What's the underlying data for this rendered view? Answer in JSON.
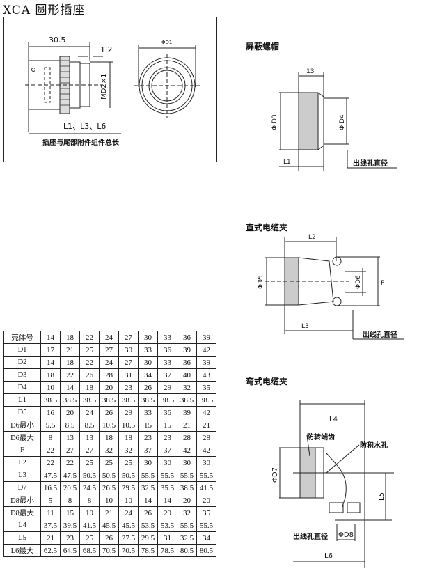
{
  "title": "XCA 圆形插座",
  "top_drawing": {
    "dim_length": "30.5",
    "dim_gap": "1.2",
    "dim_thread": "MD2×1",
    "dim_total": "L1、L3、L6",
    "caption": "插座与尾部附件组件总长",
    "dim_d1": "ΦD1"
  },
  "shield_cap": {
    "heading": "屏蔽螺帽",
    "dim_13": "13",
    "dim_d3": "Φ D3",
    "dim_d4": "Φ D4",
    "dim_l1": "L1",
    "outlet": "出线孔直径"
  },
  "straight_clamp": {
    "heading": "直式电缆夹",
    "dim_l2": "L2",
    "dim_d5": "ΦD5",
    "dim_d6": "ΦD6",
    "dim_f": "F",
    "dim_l3": "L3",
    "outlet": "出线孔直径"
  },
  "angled_clamp": {
    "heading": "弯式电缆夹",
    "dim_l4": "L4",
    "anti_rotation": "防转端齿",
    "drain_hole": "防积水孔",
    "dim_d7": "ΦD7",
    "dim_l5": "L5",
    "outlet": "出线孔直径",
    "dim_d8": "ΦD8",
    "dim_l6": "L6"
  },
  "table": {
    "rows": [
      [
        "壳体号",
        "14",
        "18",
        "22",
        "24",
        "27",
        "30",
        "33",
        "36",
        "39"
      ],
      [
        "D1",
        "17",
        "21",
        "25",
        "27",
        "30",
        "33",
        "36",
        "39",
        "42"
      ],
      [
        "D2",
        "14",
        "18",
        "22",
        "24",
        "27",
        "30",
        "33",
        "36",
        "39"
      ],
      [
        "D3",
        "18",
        "22",
        "26",
        "28",
        "31",
        "34",
        "37",
        "40",
        "43"
      ],
      [
        "D4",
        "10",
        "14",
        "18",
        "20",
        "23",
        "26",
        "29",
        "32",
        "35"
      ],
      [
        "L1",
        "38.5",
        "38.5",
        "38.5",
        "38.5",
        "38.5",
        "38.5",
        "38.5",
        "38.5",
        "38.5"
      ],
      [
        "D5",
        "16",
        "20",
        "24",
        "26",
        "29",
        "33",
        "36",
        "39",
        "42"
      ],
      [
        "D6最小",
        "5.5",
        "8.5",
        "8.5",
        "10.5",
        "10.5",
        "15",
        "15",
        "21",
        "21"
      ],
      [
        "D6最大",
        "8",
        "13",
        "13",
        "18",
        "18",
        "23",
        "23",
        "28",
        "28"
      ],
      [
        "F",
        "22",
        "27",
        "27",
        "32",
        "32",
        "37",
        "37",
        "42",
        "42"
      ],
      [
        "L2",
        "22",
        "22",
        "25",
        "25",
        "25",
        "30",
        "30",
        "30",
        "30"
      ],
      [
        "L3",
        "47.5",
        "47.5",
        "50.5",
        "50.5",
        "50.5",
        "55.5",
        "55.5",
        "55.5",
        "55.5"
      ],
      [
        "D7",
        "16.5",
        "20.5",
        "24.5",
        "26.5",
        "29.5",
        "32.5",
        "35.5",
        "38.5",
        "41.5"
      ],
      [
        "D8最小",
        "5",
        "8",
        "8",
        "10",
        "10",
        "14",
        "14",
        "20",
        "20"
      ],
      [
        "D8最大",
        "11",
        "15",
        "19",
        "21",
        "24",
        "26",
        "29",
        "32",
        "35"
      ],
      [
        "L4",
        "37.5",
        "39.5",
        "41.5",
        "45.5",
        "45.5",
        "53.5",
        "53.5",
        "55.5",
        "55.5"
      ],
      [
        "L5",
        "21",
        "23",
        "25",
        "26",
        "27.5",
        "29.5",
        "31",
        "32.5",
        "34"
      ],
      [
        "L6最大",
        "62.5",
        "64.5",
        "68.5",
        "70.5",
        "70.5",
        "78.5",
        "78.5",
        "80.5",
        "80.5"
      ]
    ]
  }
}
